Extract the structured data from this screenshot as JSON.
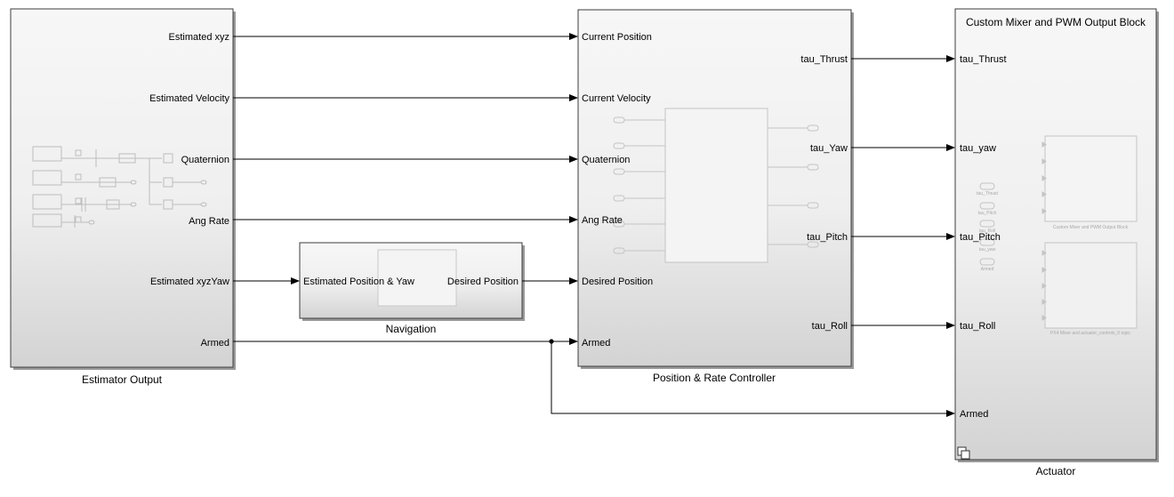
{
  "colors": {
    "block_top": "#f7f7f7",
    "block_bottom": "#d3d3d3",
    "border": "#3c3c3c",
    "signal": "#000000",
    "thumbnail": "#bdbdbd"
  },
  "estimator": {
    "label": "Estimator Output",
    "outputs": [
      "Estimated xyz",
      "Estimated Velocity",
      "Quaternion",
      "Ang Rate",
      "Estimated xyzYaw",
      "Armed"
    ]
  },
  "navigation": {
    "label": "Navigation",
    "input": "Estimated Position & Yaw",
    "output": "Desired Position"
  },
  "controller": {
    "label": "Position & Rate Controller",
    "inputs": [
      "Current Position",
      "Current Velocity",
      "Quaternion",
      "Ang Rate",
      "Desired Position",
      "Armed"
    ],
    "outputs": [
      "tau_Thrust",
      "tau_Yaw",
      "tau_Pitch",
      "tau_Roll"
    ]
  },
  "actuator": {
    "label": "Actuator",
    "title": "Custom Mixer and PWM Output Block",
    "inputs": [
      "tau_Thrust",
      "tau_yaw",
      "tau_Pitch",
      "tau_Roll",
      "Armed"
    ],
    "thumbnail_tags": [
      "tau_Thrust",
      "tau_Pitch",
      "tau_Roll",
      "tau_yaw",
      "Armed"
    ],
    "thumbnail_caption1": "Custom Mixer and PWM Output Block",
    "thumbnail_caption2": "PX4 Mixer and actuator_controls_0 topic"
  }
}
